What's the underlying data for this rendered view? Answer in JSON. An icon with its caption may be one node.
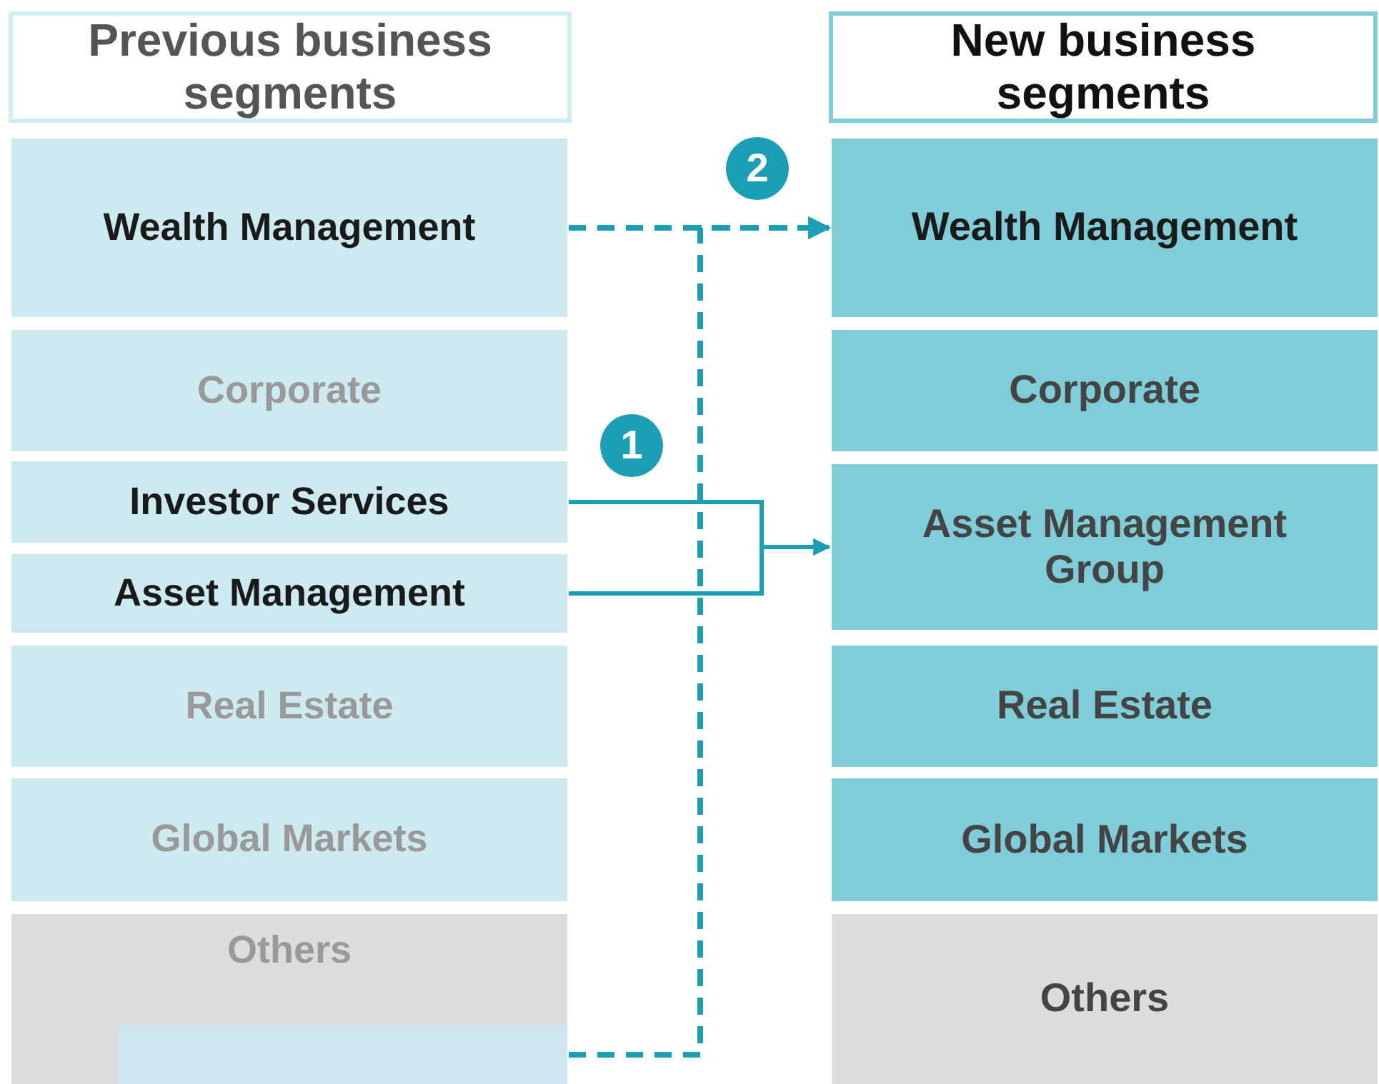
{
  "diagram": {
    "nodes": [
      {
        "text": [
          "Previous business segments"
        ]
      },
      {
        "text": [
          "Wealth Management"
        ]
      },
      {
        "text": [
          "Corporate"
        ]
      },
      {
        "text": [
          "Investor Services"
        ]
      },
      {
        "text": [
          "Asset Management"
        ]
      },
      {
        "text": [
          "Real Estate"
        ]
      },
      {
        "text": [
          "Global Markets"
        ]
      },
      {
        "text": [
          "Others"
        ]
      },
      {
        "text": [],
        "shape": "box",
        "in": 7
      },
      {
        "text": [
          "New business segments"
        ]
      },
      {
        "text": [
          "Wealth Management"
        ]
      },
      {
        "text": [
          "Corporate"
        ]
      },
      {
        "text": [
          "Asset Management Group"
        ]
      },
      {
        "text": [
          "Real Estate"
        ]
      },
      {
        "text": [
          "Global Markets"
        ]
      },
      {
        "text": [
          "Others"
        ]
      },
      {
        "text": [
          "2"
        ]
      },
      {
        "text": [
          "1"
        ]
      }
    ],
    "edges": [
      {
        "from": 1,
        "to": 10,
        "arrow": "to",
        "style": "dashed"
      },
      {
        "from": 8,
        "to": 10,
        "arrow": "to",
        "style": "dashed"
      },
      {
        "from": 3,
        "to": 12,
        "arrow": "to"
      },
      {
        "from": 4,
        "to": 12,
        "arrow": "to"
      }
    ]
  }
}
